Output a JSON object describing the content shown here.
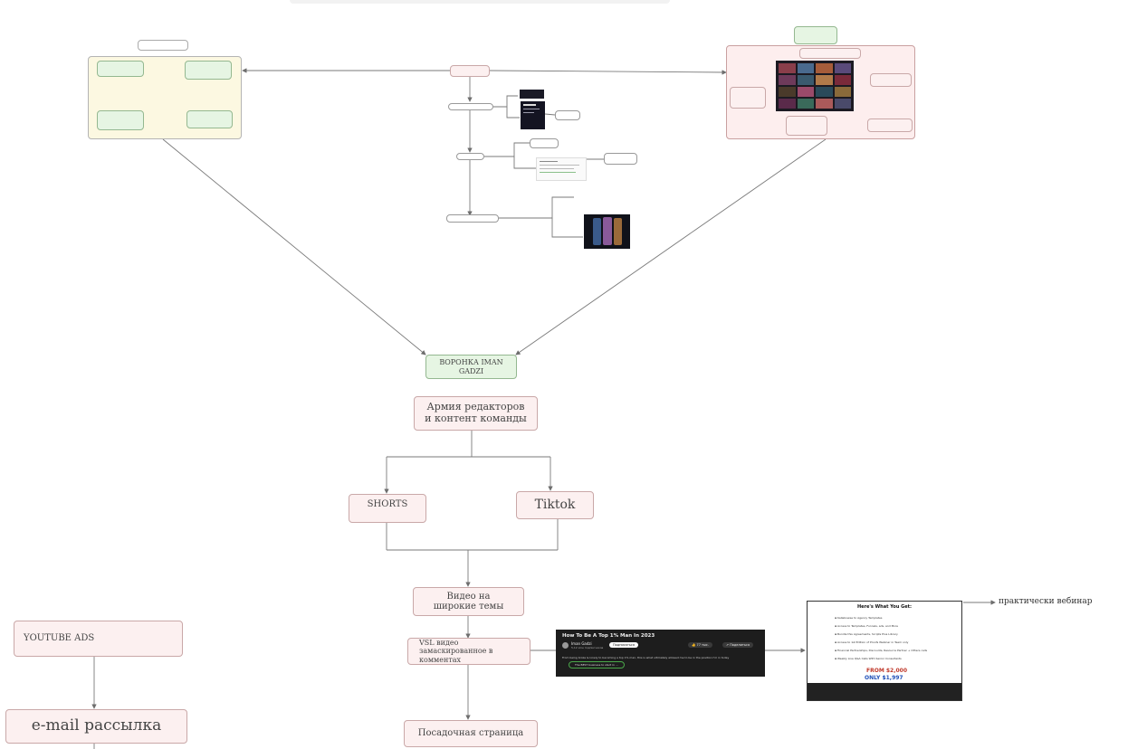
{
  "main_node": "ВОРОНКА IMAN GADZI",
  "flow": {
    "army": "Армия редакторов\nи контент команды",
    "shorts": "SHORTS",
    "tiktok": "Tiktok",
    "video": "Видео на\nширокие темы",
    "vsl": "VSL видео\nзамаскированное в комментах",
    "landing": "Посадочная страница"
  },
  "left_flow": {
    "youtube_ads": "YOUTUBE ADS",
    "email": "e-mail рассылка"
  },
  "webinar_label": "практически вебинар",
  "vsl_thumb": {
    "title": "How To Be A Top 1% Man In 2023",
    "channel": "Iman Gadzi",
    "subscribers": "5,12 млн подписчиков",
    "subscribe": "Подписаться",
    "likes": "77 тыс.",
    "share": "Поделиться",
    "desc_line": "From being broke & lonely to becoming a top 1% man, this is what ultimately allowed me to be in the position I'm in today",
    "comment": "The BEST business to start in ..."
  },
  "webinar_thumb": {
    "title": "Here's What You Get:",
    "items": [
      "Kallebowee to Agency Templates",
      "Access to Templates, Funnels, ads, and More",
      "Bundle this Agreements, Scripts Plus Library",
      "Access to 1st Edition of Proofs Webinar in Team only",
      "Financial Partnerships, Discounts, Resource Partner + Others calls",
      "Weekly Live Q&A Calls With Senior Consultants"
    ],
    "price_old": "FROM $2,000",
    "price_new": "ONLY $1,997"
  }
}
